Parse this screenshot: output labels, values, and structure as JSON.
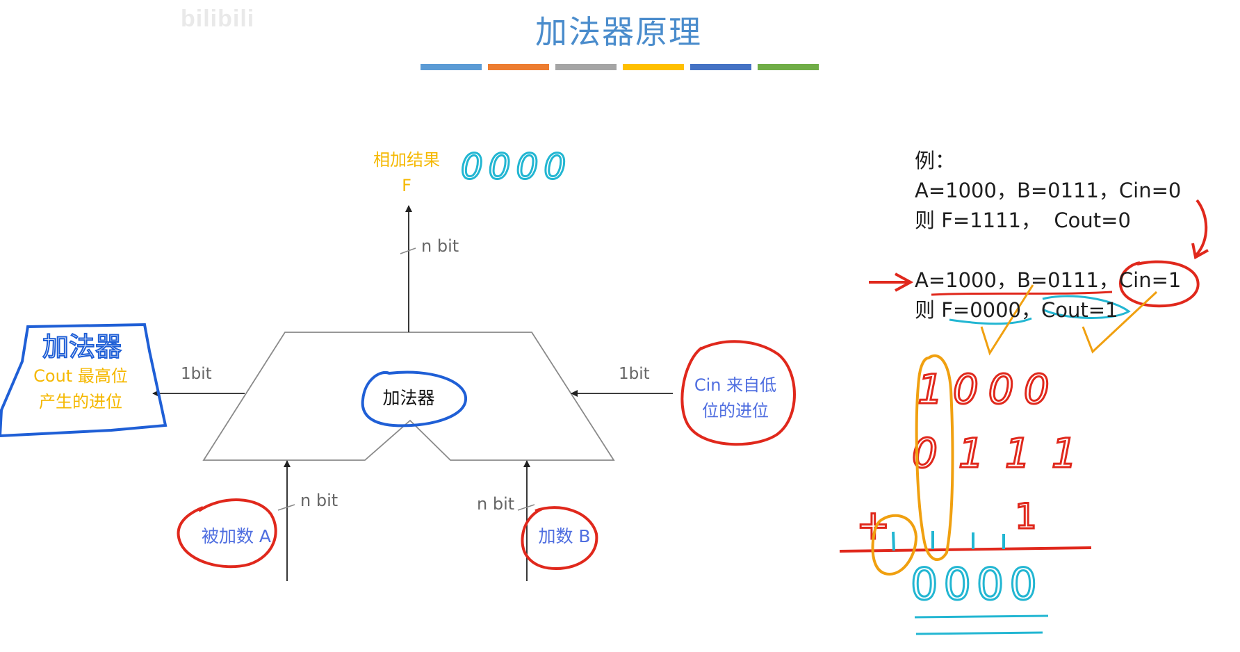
{
  "watermark": "bilibili",
  "slide": {
    "title": "加法器原理",
    "color_bars": [
      "#5b9bd5",
      "#ed7d31",
      "#a5a5a5",
      "#ffc000",
      "#4472c4",
      "#70ad47"
    ]
  },
  "diagram": {
    "block_label": "加法器",
    "output_label": "相加结果",
    "output_symbol": "F",
    "output_width": "n bit",
    "input_a_label": "被加数 A",
    "input_a_width": "n bit",
    "input_b_label": "加数 B",
    "input_b_width": "n bit",
    "cout_width": "1bit",
    "cin_width": "1bit",
    "cout_desc_line1": "Cout 最高位",
    "cout_desc_line2": "产生的进位",
    "cin_desc_line1": "Cin 来自低",
    "cin_desc_line2": "位的进位",
    "colors": {
      "outline": "#8a8a8a",
      "arrow": "#222222",
      "orange_text": "#f5b800",
      "blue_text": "#4f6ee0",
      "gray_text": "#666666"
    }
  },
  "example": {
    "heading": "例：",
    "line1": "A=1000，B=0111，Cin=0",
    "line2": "则 F=1111，  Cout=0",
    "line3": "A=1000，B=0111，Cin=1",
    "line4": "则 F=0000，Cout=1"
  },
  "handwriting": {
    "output_value": "0000",
    "adder_note": "加法器",
    "row_a": "1000",
    "row_b": "0111",
    "carry_in": "1",
    "plus_sign": "+",
    "sum": "0000",
    "colors": {
      "red": "#e0281c",
      "blue": "#1f5fd6",
      "cyan": "#22b6d2",
      "orange": "#f0a010"
    }
  }
}
